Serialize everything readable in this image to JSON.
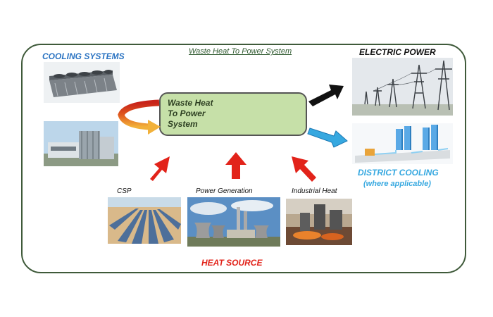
{
  "diagram": {
    "title": "Waste Heat To Power  System",
    "central_box": {
      "lines": [
        "Waste Heat",
        "To Power",
        "System"
      ],
      "fill": "#c6e0a8"
    },
    "cooling": {
      "title": "COOLING SYSTEMS"
    },
    "outputs": {
      "electric_power": "ELECTRIC POWER",
      "district_cooling": "DISTRICT COOLING",
      "district_cooling_note": "(where applicable)"
    },
    "heat_source": {
      "title": "HEAT SOURCE",
      "sources": [
        {
          "label": "CSP"
        },
        {
          "label": "Power Generation"
        },
        {
          "label": "Industrial Heat"
        }
      ]
    },
    "colors": {
      "heat_arrow": "#e2231a",
      "electric_arrow": "#111111",
      "cooling_arrow": "#36a8e0",
      "loop_arrow": "#e8a42a",
      "frame": "#3f5a3a",
      "accent_blue": "#2a73c2"
    }
  }
}
